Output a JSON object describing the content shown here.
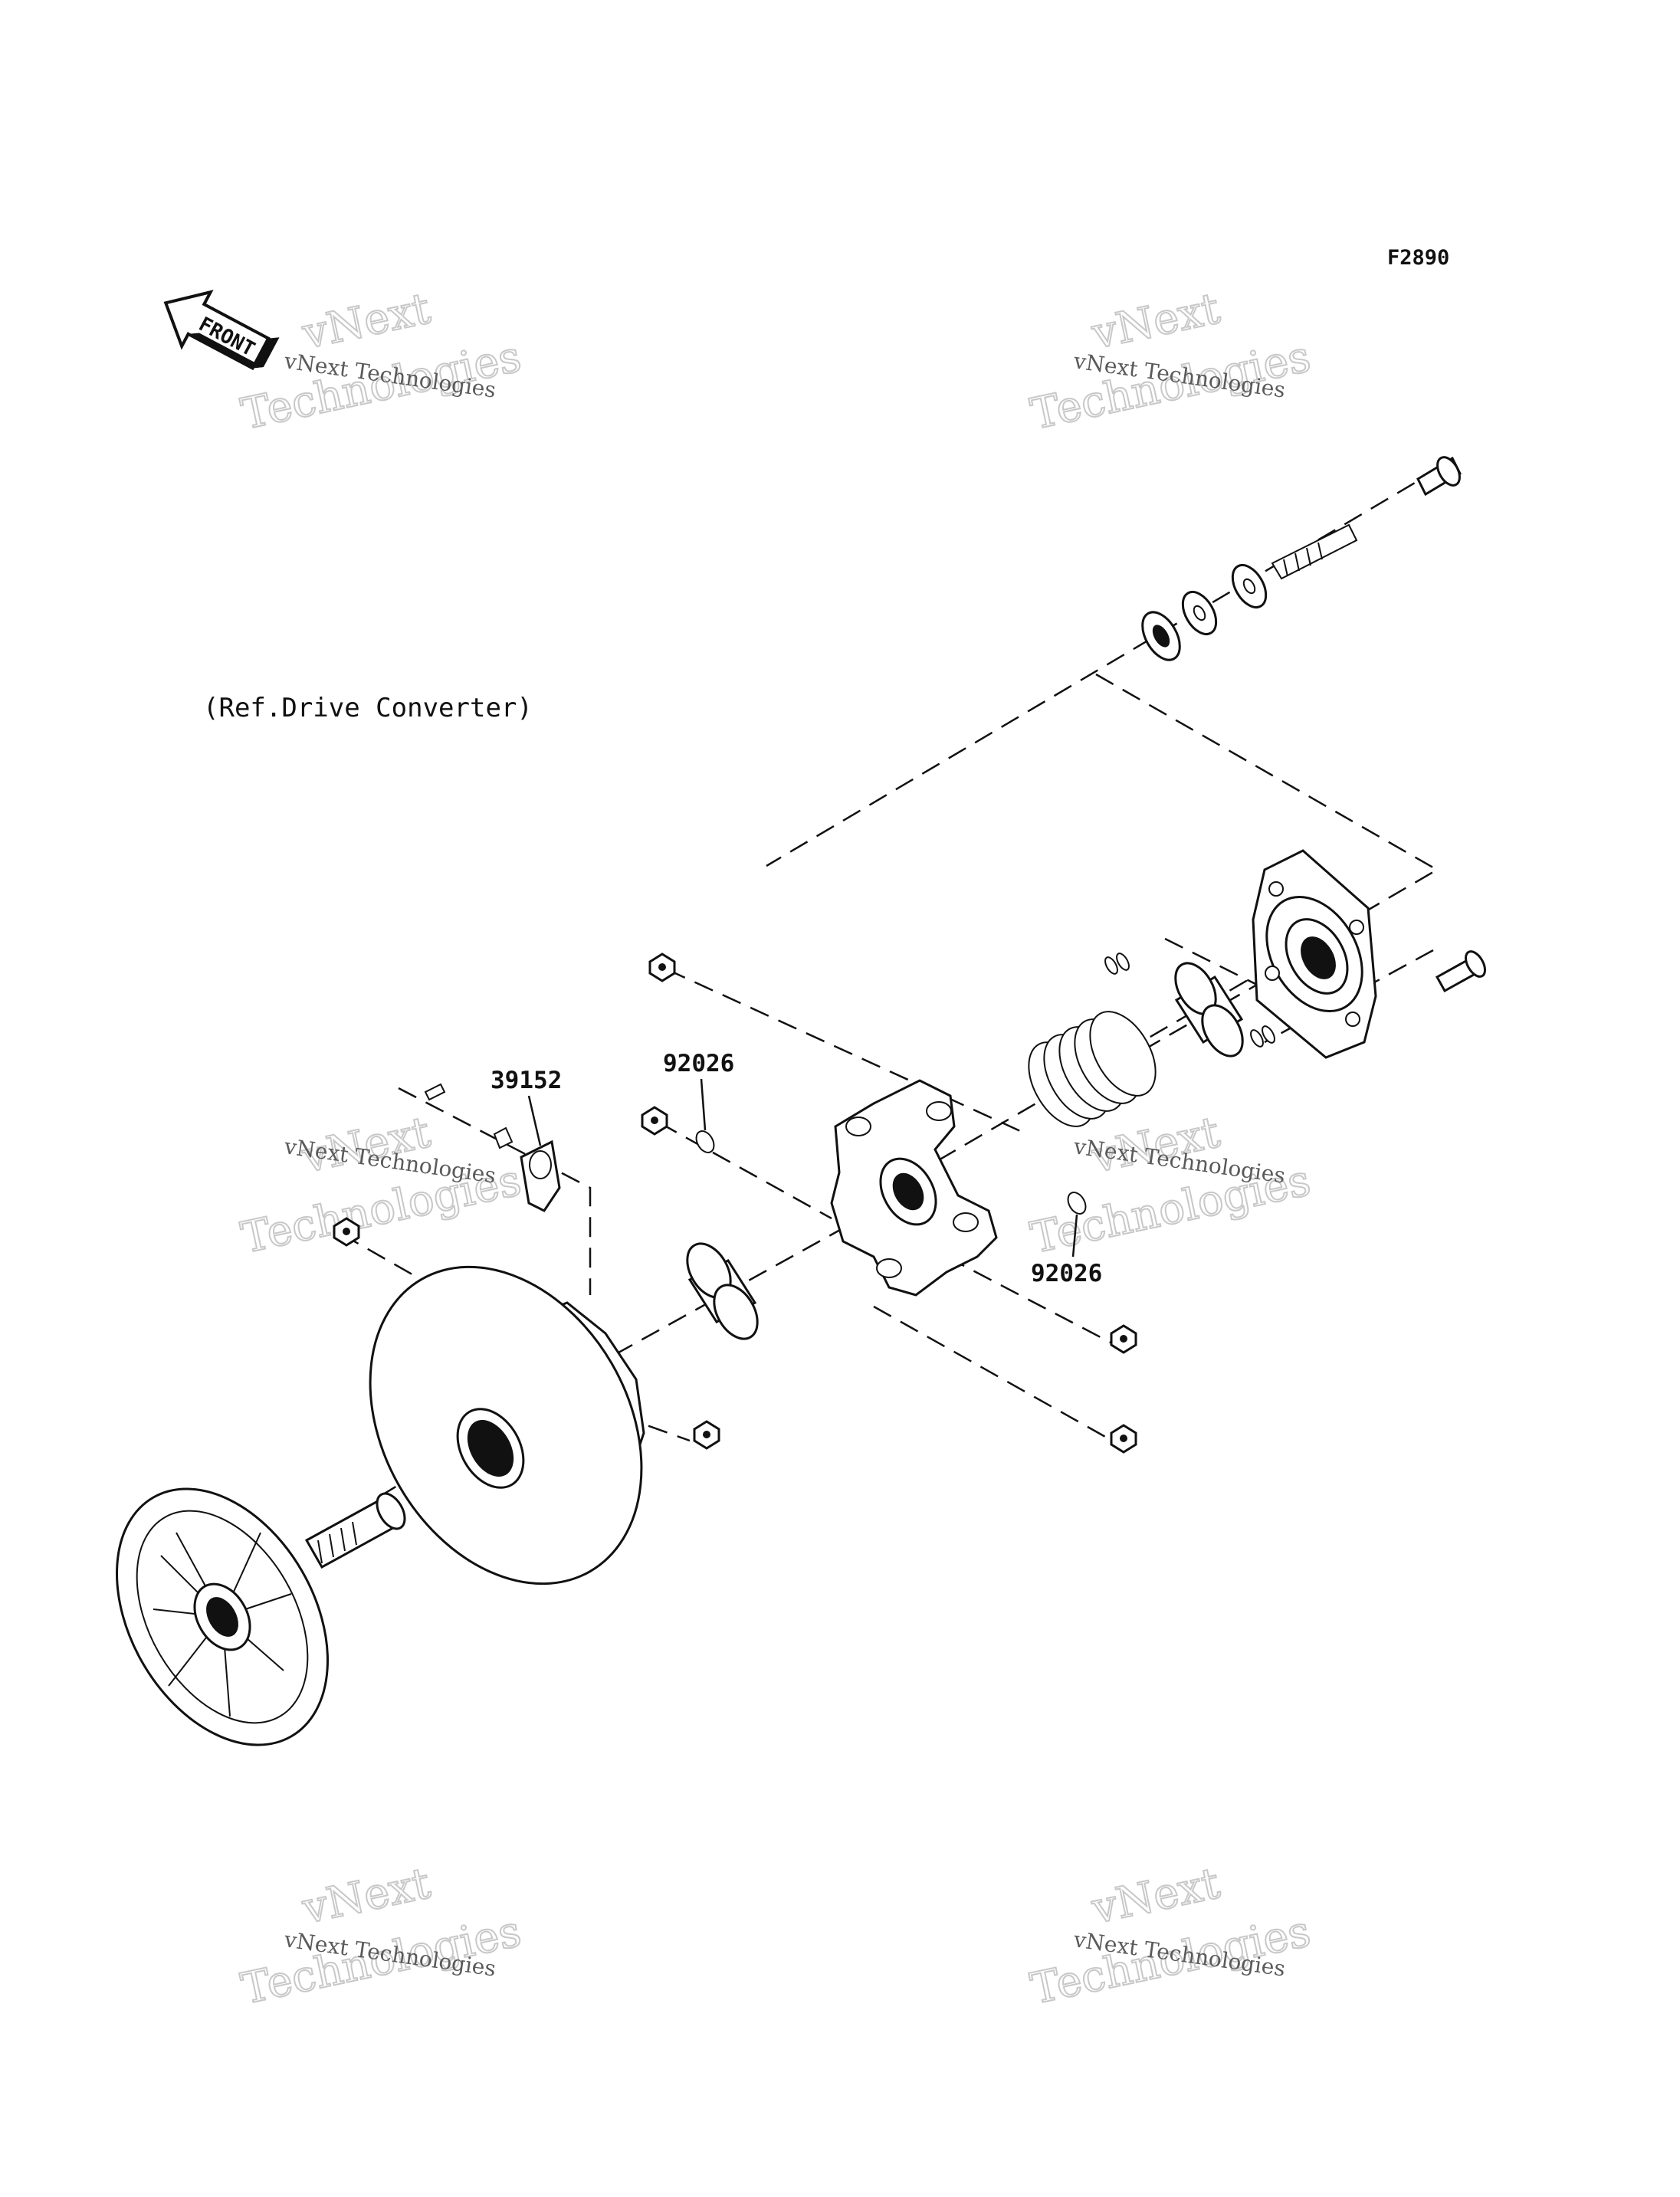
{
  "figure_code": "F2890",
  "ref_note": "(Ref.Drive Converter)",
  "front_arrow_label": "FRONT",
  "callouts": {
    "part_39152": "39152",
    "part_92026_top": "92026",
    "part_92026_bottom": "92026"
  },
  "watermark": {
    "line1": "vNext Technologies",
    "line2": "vNext",
    "line3": "Technologies"
  }
}
